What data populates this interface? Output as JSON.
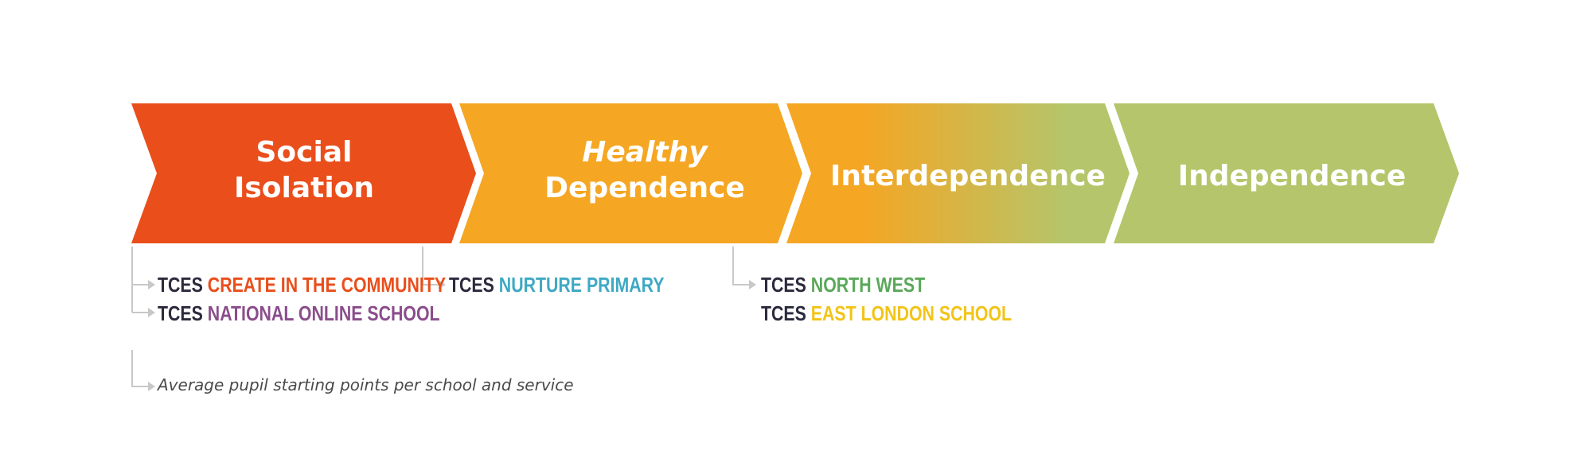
{
  "stages": [
    {
      "id": "social-isolation",
      "lines": [
        "Social",
        "Isolation"
      ],
      "italic_first": false,
      "color": "#e94e1b"
    },
    {
      "id": "healthy-dependence",
      "lines": [
        "Healthy",
        "Dependence"
      ],
      "italic_first": true,
      "color": "#f5a623"
    },
    {
      "id": "interdependence",
      "lines": [
        "Interdependence"
      ],
      "italic_first": false,
      "gradient_from": "#f5a623",
      "gradient_to": "#b5c56b"
    },
    {
      "id": "independence",
      "lines": [
        "Independence"
      ],
      "italic_first": false,
      "color": "#b5c56b"
    }
  ],
  "schools": {
    "create_in_the_community": {
      "prefix": "TCES",
      "name": "CREATE IN THE COMMUNITY",
      "color": "#e94e1b"
    },
    "national_online_school": {
      "prefix": "TCES",
      "name": "NATIONAL ONLINE SCHOOL",
      "color": "#8b4d8c"
    },
    "nurture_primary": {
      "prefix": "TCES",
      "name": "NURTURE PRIMARY",
      "color": "#3fa9c4"
    },
    "north_west": {
      "prefix": "TCES",
      "name": "NORTH WEST",
      "color": "#5aa85a"
    },
    "east_london_school": {
      "prefix": "TCES",
      "name": "EAST LONDON SCHOOL",
      "color": "#f2c418"
    }
  },
  "note": "Average pupil starting points per school and service",
  "connector_color": "#c8c8c8"
}
